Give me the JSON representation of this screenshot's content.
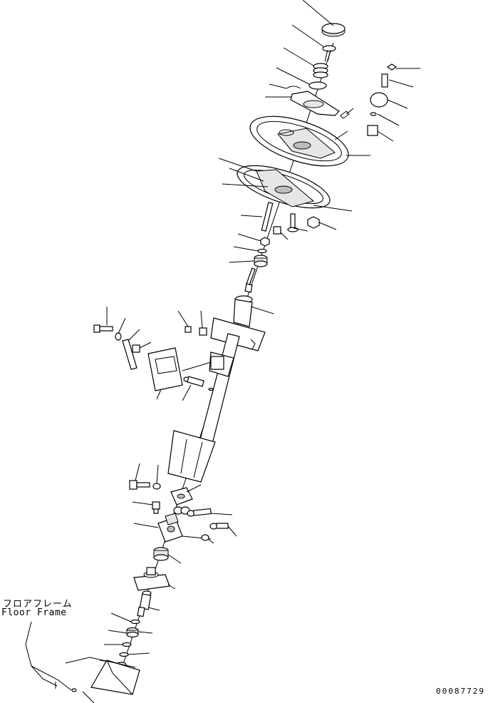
{
  "labels": {
    "floor_frame_jp": "フロアフレーム",
    "floor_frame_en": "Floor Frame",
    "drawing_number": "00087729"
  },
  "colors": {
    "line": "#000000",
    "background": "#ffffff"
  }
}
